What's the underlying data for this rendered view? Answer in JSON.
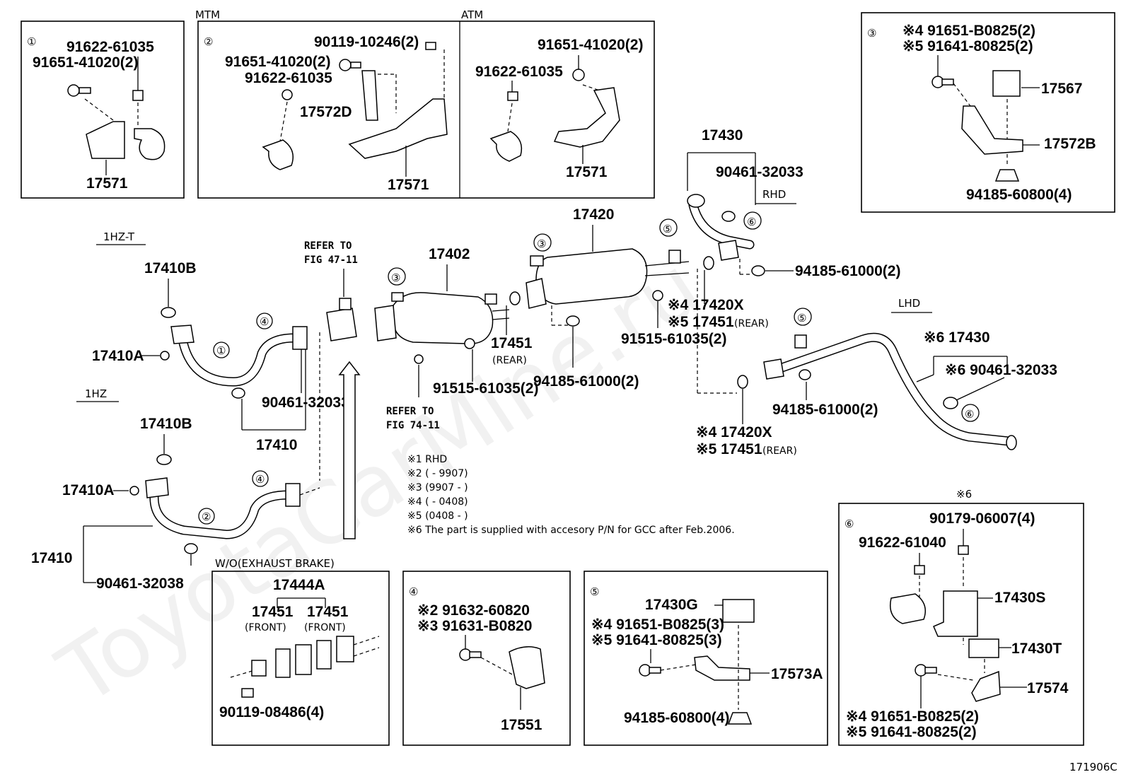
{
  "watermark": "ToyotaCarMine.ru",
  "figure_code": "171906C",
  "sections": {
    "mtm": "MTM",
    "atm": "ATM",
    "hzt": "1HZ-T",
    "hz": "1HZ",
    "rhd": "RHD",
    "lhd": "LHD",
    "wo_exhaust_brake": "W/O(EXHAUST BRAKE)",
    "note6_mark": "※6"
  },
  "circles": [
    "①",
    "②",
    "③",
    "④",
    "⑤",
    "⑥"
  ],
  "box1": {
    "p1": "91622-61035",
    "p2": "91651-41020(2)",
    "p3": "17571"
  },
  "box2": {
    "p1": "90119-10246(2)",
    "p2": "91651-41020(2)",
    "p3": "91622-61035",
    "p4": "17572D",
    "p5": "17571"
  },
  "box_atm": {
    "p1": "91651-41020(2)",
    "p2": "91622-61035",
    "p3": "17571"
  },
  "box3": {
    "p1": "※4 91651-B0825(2)",
    "p2": "※5 91641-80825(2)",
    "p3": "17567",
    "p4": "17572B",
    "p5": "94185-60800(4)"
  },
  "main": {
    "l17410B_top": "17410B",
    "l17410A_top": "17410A",
    "l90461_top": "90461-32033",
    "l17410_top": "17410",
    "l17410B_bot": "17410B",
    "l17410A_bot": "17410A",
    "l17410_bot": "17410",
    "l90461_bot": "90461-32038",
    "refer1a": "REFER TO",
    "refer1b": "FIG 47-11",
    "refer2a": "REFER TO",
    "refer2b": "FIG 74-11",
    "l17402": "17402",
    "l17451": "17451",
    "l17451_rear": "(REAR)",
    "l91515_a": "91515-61035(2)",
    "l17420": "17420",
    "l94185_a": "94185-61000(2)",
    "l17420X_a": "※4 17420X",
    "l17451_a": "※5 17451",
    "l17451_a_rear": "(REAR)",
    "l91515_b": "91515-61035(2)",
    "l17430_rhd": "17430",
    "l90461_rhd": "90461-32033",
    "l94185_rhd": "94185-61000(2)",
    "l17430_lhd": "※6 17430",
    "l90461_lhd": "※6 90461-32033",
    "l94185_lhd": "94185-61000(2)",
    "l17420X_b": "※4 17420X",
    "l17451_b": "※5 17451",
    "l17451_b_rear": "(REAR)"
  },
  "notes": [
    "※1 RHD",
    "※2 (      - 9907)",
    "※3 (9907 -      )",
    "※4 (      - 0408)",
    "※5 (0408 -      )",
    "※6 The part is supplied with accesory P/N for GCC after Feb.2006."
  ],
  "box_wo": {
    "p1": "17444A",
    "p2": "17451",
    "p3": "(FRONT)",
    "p4": "17451",
    "p5": "(FRONT)",
    "p6": "90119-08486(4)"
  },
  "box4": {
    "p1": "※2 91632-60820",
    "p2": "※3 91631-B0820",
    "p3": "17551"
  },
  "box5": {
    "p1": "17430G",
    "p2": "※4 91651-B0825(3)",
    "p3": "※5 91641-80825(3)",
    "p4": "17573A",
    "p5": "94185-60800(4)"
  },
  "box6": {
    "p1": "90179-06007(4)",
    "p2": "91622-61040",
    "p3": "17430S",
    "p4": "17430T",
    "p5": "17574",
    "p6": "※4 91651-B0825(2)",
    "p7": "※5 91641-80825(2)"
  }
}
